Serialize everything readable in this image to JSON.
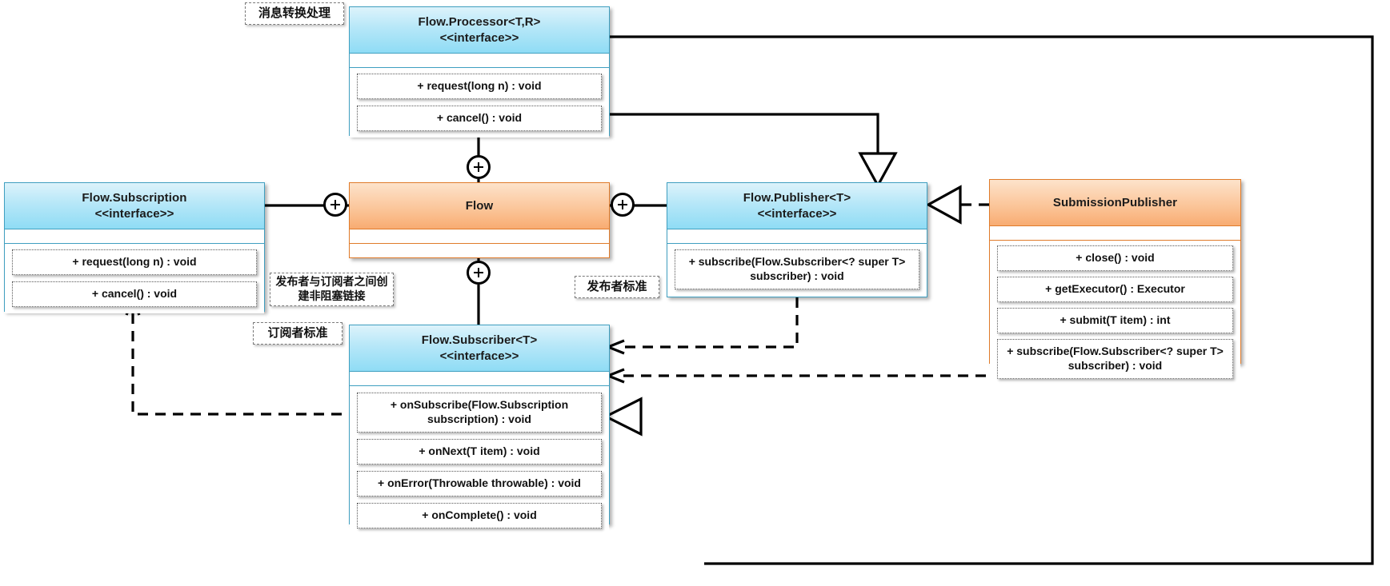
{
  "diagram": {
    "kind": "uml-class-diagram",
    "title": "Java Flow API (Reactive Streams) class diagram",
    "colors": {
      "interface_header_from": "#ddf3fb",
      "interface_header_to": "#8fdcf5",
      "interface_border": "#3f9fc0",
      "class_header_from": "#fde3cb",
      "class_header_to": "#f8ac72",
      "class_border": "#e07b2a",
      "line": "#000000",
      "note_border": "#7a7a7a",
      "background": "#ffffff"
    }
  },
  "classes": {
    "processor": {
      "name": "Flow.Processor<T,R>",
      "stereotype": "<<interface>>",
      "attributes": [],
      "operations": [
        "+ request(long n) : void",
        "+ cancel() : void"
      ]
    },
    "subscription": {
      "name": "Flow.Subscription",
      "stereotype": "<<interface>>",
      "attributes": [],
      "operations": [
        "+ request(long n) : void",
        "+ cancel() : void"
      ]
    },
    "flow": {
      "name": "Flow",
      "stereotype": "",
      "attributes": [],
      "operations": []
    },
    "publisher": {
      "name": "Flow.Publisher<T>",
      "stereotype": "<<interface>>",
      "attributes": [],
      "operations": [
        "+ subscribe(Flow.Subscriber<? super T> subscriber) : void"
      ]
    },
    "submission_publisher": {
      "name": "SubmissionPublisher",
      "stereotype": "",
      "attributes": [],
      "operations": [
        "+ close() : void",
        "+ getExecutor() : Executor",
        "+ submit(T item) : int",
        "+ subscribe(Flow.Subscriber<? super T> subscriber) : void"
      ]
    },
    "subscriber": {
      "name": "Flow.Subscriber<T>",
      "stereotype": "<<interface>>",
      "attributes": [],
      "operations": [
        "+ onSubscribe(Flow.Subscription subscription) : void",
        "+ onNext(T item) : void",
        "+ onError(Throwable throwable) : void",
        "+ onComplete() : void"
      ]
    }
  },
  "notes": {
    "processor_note": "消息转换处理",
    "subscription_note": "发布者与订阅者之间创建非阻塞链接",
    "publisher_note": "发布者标准",
    "subscriber_note": "订阅者标准"
  },
  "connectors": {
    "nested_marker": "+",
    "items": [
      {
        "name": "flow-nests-processor",
        "marker": "+"
      },
      {
        "name": "flow-nests-subscription",
        "marker": "+"
      },
      {
        "name": "flow-nests-publisher",
        "marker": "+"
      },
      {
        "name": "flow-nests-subscriber",
        "marker": "+"
      }
    ],
    "relationships": [
      {
        "from": "Flow.Processor<T,R>",
        "to": "Flow.Publisher<T>",
        "type": "generalization"
      },
      {
        "from": "Flow.Processor<T,R>",
        "to": "Flow.Subscriber<T>",
        "type": "generalization"
      },
      {
        "from": "SubmissionPublisher",
        "to": "Flow.Publisher<T>",
        "type": "realization"
      },
      {
        "from": "Flow.Publisher<T>",
        "to": "Flow.Subscriber<T>",
        "type": "dependency"
      },
      {
        "from": "SubmissionPublisher",
        "to": "Flow.Subscriber<T>",
        "type": "dependency"
      },
      {
        "from": "Flow.Subscriber<T>",
        "to": "Flow.Subscription",
        "type": "dependency"
      }
    ]
  }
}
